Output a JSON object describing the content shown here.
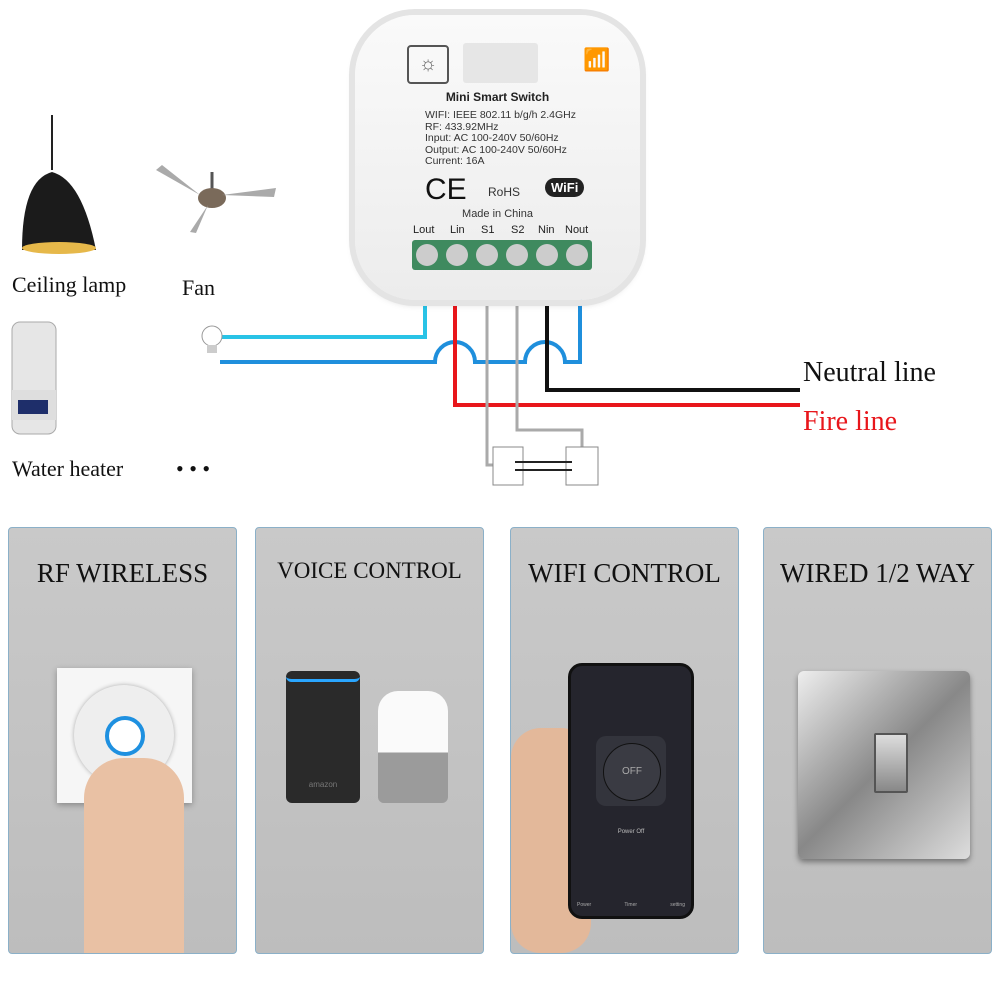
{
  "device": {
    "title": "Mini Smart Switch",
    "specs": [
      "WIFI: IEEE 802.11 b/g/h  2.4GHz",
      "RF: 433.92MHz",
      "Input:  AC 100-240V  50/60Hz",
      "Output:  AC 100-240V  50/60Hz",
      "Current:  16A"
    ],
    "ce": "CE",
    "rohs": "RoHS",
    "wifi_logo": "WiFi",
    "made_in": "Made in China",
    "terminals": [
      "Lout",
      "Lin",
      "S1",
      "S2",
      "Nin",
      "Nout"
    ]
  },
  "loads": {
    "lamp": "Ceiling lamp",
    "fan": "Fan",
    "heater": "Water heater",
    "more": "• • •"
  },
  "lines": {
    "neutral": "Neutral line",
    "fire": "Fire line"
  },
  "colors": {
    "cyan": "#29c3e6",
    "blue": "#1f8fdc",
    "red": "#e8161b",
    "black": "#111111",
    "grey": "#aaaaaa"
  },
  "panels": [
    {
      "title": "RF WIRELESS"
    },
    {
      "title": "VOICE CONTROL"
    },
    {
      "title": "WIFI CONTROL"
    },
    {
      "title": "WIRED 1/2 WAY"
    }
  ],
  "phone": {
    "button": "OFF",
    "status": "Power Off",
    "tabs": [
      "Power",
      "Timer",
      "setting"
    ]
  },
  "speaker_brand": "amazon"
}
